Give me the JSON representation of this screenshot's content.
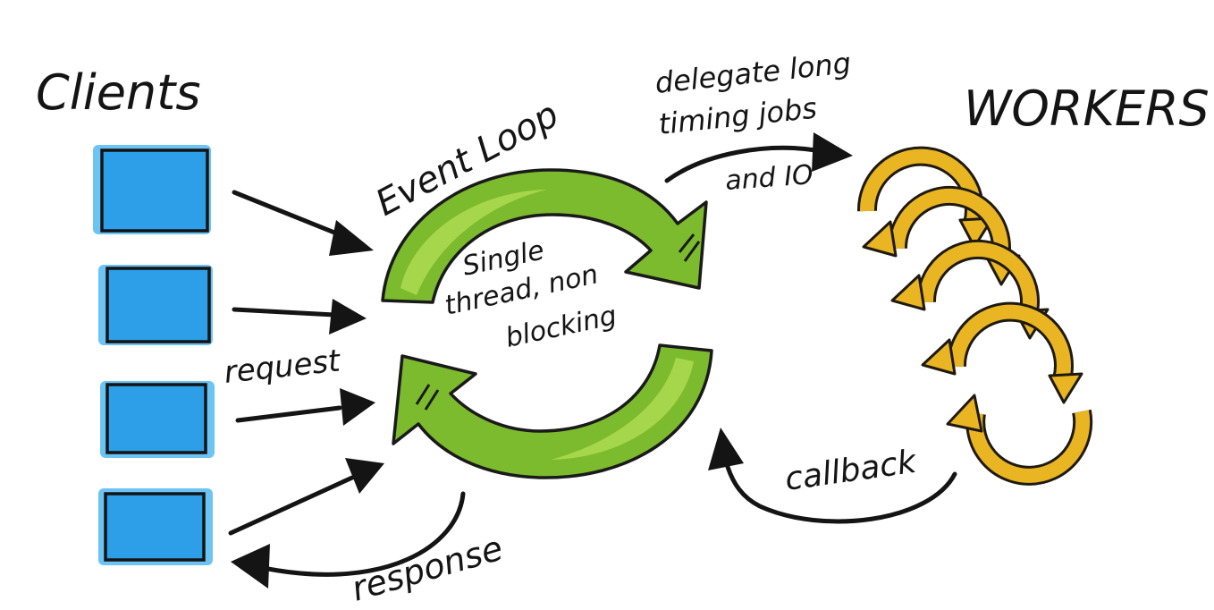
{
  "labels": {
    "clients": "Clients",
    "workers": "WORKERS",
    "event_loop": "Event Loop",
    "loop_center_line1": "Single",
    "loop_center_line2": "thread, non",
    "loop_center_line3": "blocking",
    "delegate_line1": "delegate long",
    "delegate_line2": "timing jobs",
    "delegate_line3": "and IO",
    "request": "request",
    "response": "response",
    "callback": "callback"
  },
  "colors": {
    "client": "#2d9ee8",
    "event_loop": "#7cbb2e",
    "worker": "#e9b523",
    "ink": "#141414"
  }
}
